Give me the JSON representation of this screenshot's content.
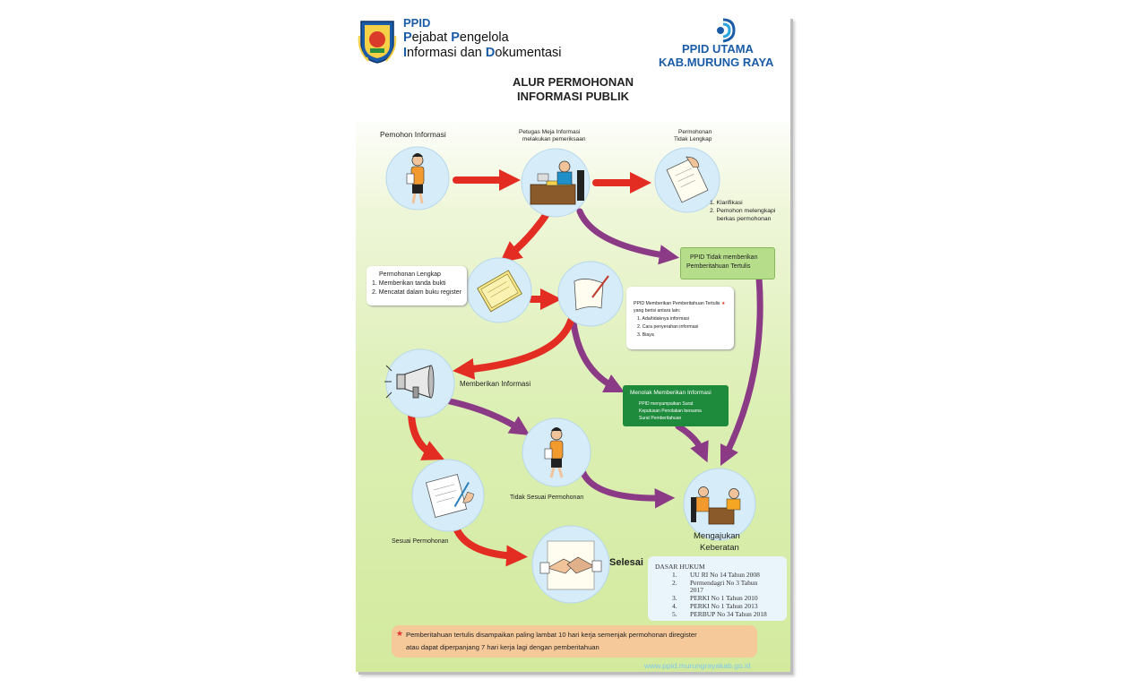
{
  "header": {
    "ppid": "PPID",
    "line1_word1_initial": "P",
    "line1_word1_rest": "ejabat ",
    "line1_word2_initial": "P",
    "line1_word2_rest": "engelola",
    "line2_word1_initial": "I",
    "line2_word1_rest": "nformasi dan ",
    "line2_word2_initial": "D",
    "line2_word2_rest": "okumentasi",
    "right_line1": "PPID UTAMA",
    "right_line2": "KAB.MURUNG RAYA"
  },
  "title": {
    "line1": "ALUR PERMOHONAN",
    "line2": "INFORMASI PUBLIK"
  },
  "nodes": {
    "pemohon": "Pemohon Informasi",
    "petugas_line1": "Petugas Meja Informasi",
    "petugas_line2": "melakukan pemeriksaan",
    "tidak_lengkap_line1": "Permohonan",
    "tidak_lengkap_line2": "Tidak Lengkap",
    "klarifikasi": [
      "1. Klarifikasi",
      "2. Pemohon melengkapi",
      "berkas permohonan"
    ],
    "ppid_tidak_line1": "PPID Tidak memberikan",
    "ppid_tidak_line2": "Pemberitahuan Tertulis",
    "lengkap_title": "Permohonan Lengkap",
    "lengkap_items": [
      "1. Memberikan tanda bukti",
      "2. Mencatat dalam buku register"
    ],
    "pemberitahuan_title": "PPID Memberikan Pemberitahuan Tertulis",
    "pemberitahuan_sub": "yang berisi antara lain:",
    "pemberitahuan_items": [
      "1. Ada/tidaknya informasi",
      "2. Cara penyerahan informasi",
      "3. Biaya"
    ],
    "memberikan": "Memberikan Informasi",
    "menolak_title": "Menolak Memberikan Informasi",
    "menolak_items": [
      "PPID menyampaikan Surat",
      "Keputusan Penolakan bersama",
      "Surat Pemberitahuan"
    ],
    "tidak_sesuai": "Tidak Sesuai Permohonan",
    "sesuai": "Sesuai Permohonan",
    "selesai": "Selesai",
    "keberatan_line1": "Mengajukan",
    "keberatan_line2": "Keberatan"
  },
  "dasar_hukum": {
    "title": "DASAR HUKUM",
    "items": [
      {
        "num": "1.",
        "text": "UU RI No 14 Tahun 2008"
      },
      {
        "num": "2.",
        "text": "Permendagri No 3 Tahun"
      },
      {
        "num": "",
        "text": "2017"
      },
      {
        "num": "3.",
        "text": "PERKI No 1 Tahun 2010"
      },
      {
        "num": "4.",
        "text": "PERKI No 1 Tahun 2013"
      },
      {
        "num": "5.",
        "text": "PERBUP No 34 Tahun 2018"
      }
    ]
  },
  "footnote": {
    "star": "★",
    "line1": "Pemberitahuan tertulis disampaikan paling lambat 10 hari kerja semenjak permohonan diregister",
    "line2": "atau dapat diperpanjang 7 hari kerja lagi dengan pemberitahuan"
  },
  "website": "www.ppid.murungrayakab.go.id",
  "colors": {
    "red_arrow": "#e32d22",
    "purple_arrow": "#8b3a86",
    "circle_fill": "#d6ecf8",
    "green_box": "#b6dd8a",
    "dark_green_box": "#1e8a3c",
    "header_blue": "#1b5ca8",
    "accent_red": "#e0332b"
  },
  "icons": [
    "regency-emblem",
    "kominfo-logo",
    "person",
    "desk-officer",
    "document",
    "folder",
    "quill-paper",
    "megaphone",
    "signing-paper",
    "handshake",
    "meeting"
  ]
}
